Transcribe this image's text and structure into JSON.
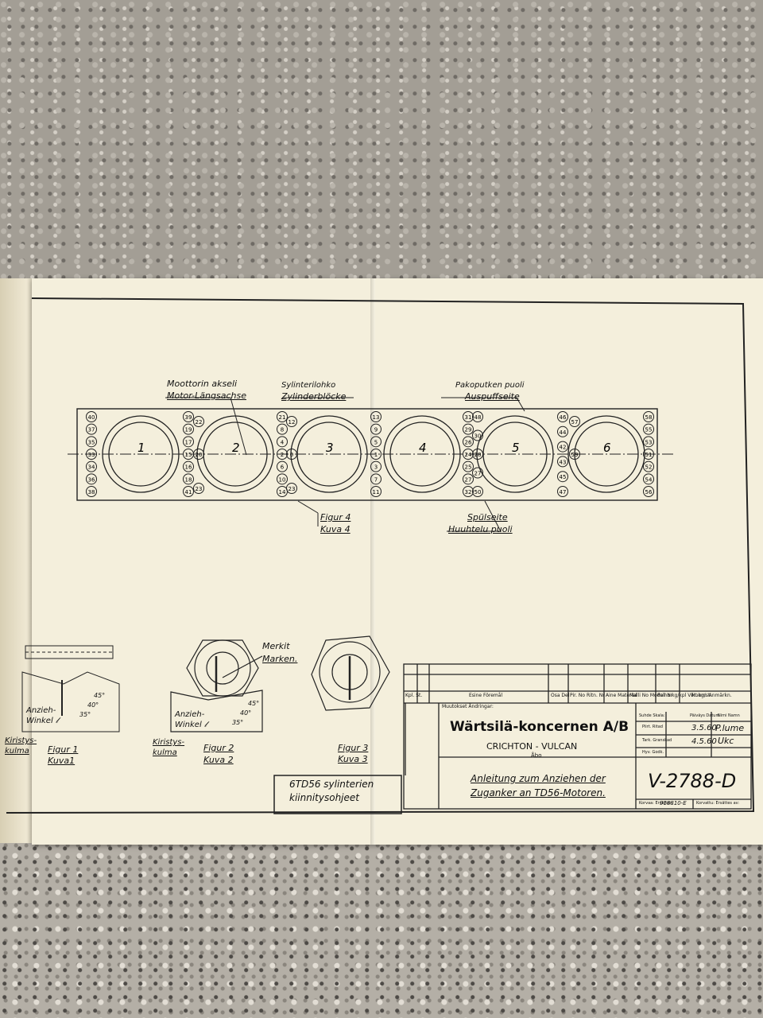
{
  "labels": {
    "crankshaft_fi": "Moottorin akseli",
    "crankshaft_de": "Motor-Längsachse",
    "cylblock_fi": "Sylinterilohko",
    "cylblock_de": "Zylinderblöcke",
    "exhaust_fi": "Pakoputken puoli",
    "exhaust_de": "Auspuffseite",
    "scav_de": "Spülseite",
    "scav_fi": "Huuhtelu puoli",
    "fig4_de": "Figur 4",
    "fig4_fi": "Kuva 4",
    "fig1_de": "Figur 1",
    "fig1_fi": "Kuva1",
    "fig2_de": "Figur 2",
    "fig2_fi": "Kuva 2",
    "fig3_de": "Figur 3",
    "fig3_fi": "Kuva 3",
    "merkit": "Merkit",
    "marken": "Marken.",
    "anzieh1": "Anzieh-",
    "winkel1": "Winkel 𝓁",
    "anzieh2": "Anzieh-",
    "winkel2": "Winkel 𝓁",
    "kiristys1a": "Kiristys-",
    "kiristys1b": "kulma",
    "kiristys2a": "Kiristys-",
    "kiristys2b": "kulma",
    "angles": [
      "45°",
      "40°",
      "35°"
    ],
    "title_box_1": "6TD56 sylinterien",
    "title_box_2": "kiinnitysohjeet"
  },
  "cylinders": [
    "1",
    "2",
    "3",
    "4",
    "5",
    "6"
  ],
  "bolt_columns": [
    [
      "40",
      "37",
      "35",
      "33",
      "34",
      "36",
      "38"
    ],
    [
      "39",
      "19",
      "17",
      "15",
      "16",
      "18",
      "41"
    ],
    [
      "22",
      "20",
      "23"
    ],
    [
      "21",
      "8",
      "4",
      "2",
      "6",
      "10",
      "14"
    ],
    [
      "12",
      "0",
      "23"
    ],
    [
      "13",
      "9",
      "5",
      "1",
      "3",
      "7",
      "11"
    ],
    [
      "31",
      "29",
      "26",
      "24",
      "25",
      "27",
      "32"
    ],
    [
      "48",
      "30",
      "28",
      "27",
      "50"
    ],
    [
      "46",
      "44",
      "42",
      "43",
      "45",
      "47"
    ],
    [
      "57",
      "59"
    ],
    [
      "58",
      "55",
      "53",
      "51",
      "52",
      "54",
      "56"
    ]
  ],
  "title_block": {
    "col_headers": [
      "Kpl. St.",
      "Esine Föremål",
      "Osa Del",
      "Pir. No Ritn. Nr",
      "Aine Material",
      "Malli No Modell Nr",
      "Paino kg/kpl Vikt kg/st.",
      "Huom. Anmärkn."
    ],
    "muutokset": "Muutokset Ändringar:",
    "company": "Wärtsilä-koncernen A/B",
    "subsidiary": "CRICHTON - VULCAN",
    "city": "Åbo",
    "description_1": "Anleitung zum Anziehen der",
    "description_2": "Zuganker an TD56-Motoren.",
    "drawing_number": "V-2788-D",
    "mittakaava": "Suhde Skala:",
    "rows": [
      {
        "label": "Piirt. Ritad",
        "date": "3.5.60",
        "sign": "P.lume"
      },
      {
        "label": "Tark. Granskad",
        "date": "4.5.60",
        "sign": "Ukc"
      },
      {
        "label": "Hyv. Godk.",
        "date": "",
        "sign": ""
      }
    ],
    "date_header": "Päiväys Datum",
    "name_header": "Nimi Namn",
    "korvaa": "Korvaa: Ersätter:",
    "korvaa_value": "918810-E",
    "korvattu": "Korvattu: Ersättes av:"
  }
}
